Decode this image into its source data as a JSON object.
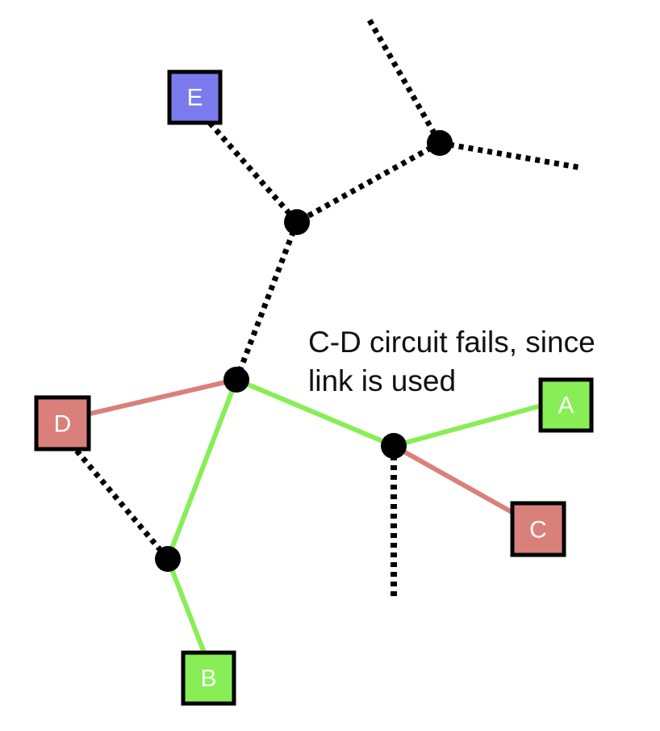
{
  "annotation": {
    "line1": "C-D circuit fails, since",
    "line2": "link is used"
  },
  "nodes": {
    "A": {
      "label": "A",
      "color": "#88ee55"
    },
    "B": {
      "label": "B",
      "color": "#88ee55"
    },
    "C": {
      "label": "C",
      "color": "#d9807b"
    },
    "D": {
      "label": "D",
      "color": "#d9807b"
    },
    "E": {
      "label": "E",
      "color": "#7b7bee"
    }
  },
  "colors": {
    "green_circuit": "#88ee55",
    "red_circuit": "#d9807b",
    "unused_link": "#000000",
    "router": "#000000"
  }
}
